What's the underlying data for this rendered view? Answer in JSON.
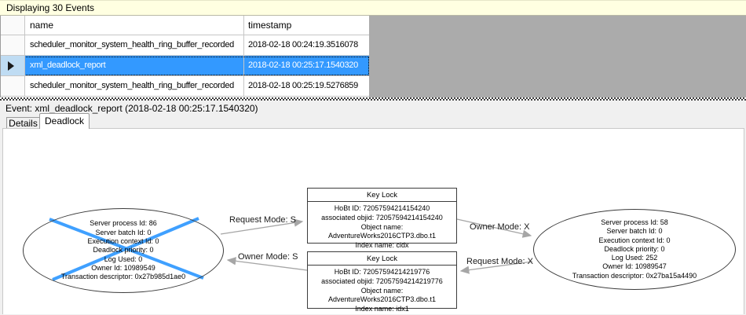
{
  "header": {
    "title": "Displaying 30 Events"
  },
  "table": {
    "columns": [
      "name",
      "timestamp"
    ],
    "rows": [
      {
        "name": "scheduler_monitor_system_health_ring_buffer_recorded",
        "timestamp": "2018-02-18 00:24:19.3516078",
        "selected": false
      },
      {
        "name": "xml_deadlock_report",
        "timestamp": "2018-02-18 00:25:17.1540320",
        "selected": true
      },
      {
        "name": "scheduler_monitor_system_health_ring_buffer_recorded",
        "timestamp": "2018-02-18 00:25:19.5276859",
        "selected": false
      }
    ]
  },
  "event_bar": {
    "label": "Event: xml_deadlock_report (2018-02-18 00:25:17.1540320)"
  },
  "tabs": [
    {
      "label": "Details",
      "active": false
    },
    {
      "label": "Deadlock",
      "active": true
    }
  ],
  "graph": {
    "processes": [
      {
        "victim": true,
        "lines": [
          "Server process Id: 86",
          "Server batch Id: 0",
          "Execution context Id: 0",
          "Deadlock priority: 0",
          "Log Used: 0",
          "Owner Id: 10989549",
          "Transaction descriptor: 0x27b985d1ae0"
        ]
      },
      {
        "victim": false,
        "lines": [
          "Server process Id: 58",
          "Server batch Id: 0",
          "Execution context Id: 0",
          "Deadlock priority: 0",
          "Log Used: 252",
          "Owner Id: 10989547",
          "Transaction descriptor: 0x27ba15a4490"
        ]
      }
    ],
    "resources": [
      {
        "title": "Key Lock",
        "lines": [
          "HoBt ID: 72057594214154240",
          "associated objid: 72057594214154240",
          "Object name: AdventureWorks2016CTP3.dbo.t1",
          "Index name: cidx"
        ]
      },
      {
        "title": "Key Lock",
        "lines": [
          "HoBt ID: 72057594214219776",
          "associated objid: 72057594214219776",
          "Object name: AdventureWorks2016CTP3.dbo.t1",
          "Index name: idx1"
        ]
      }
    ],
    "edges": [
      {
        "label": "Request Mode: S"
      },
      {
        "label": "Owner Mode: S"
      },
      {
        "label": "Owner Mode: X"
      },
      {
        "label": "Request Mode: X"
      }
    ]
  },
  "colors": {
    "selection_blue": "#3399FF",
    "victim_cross_blue": "#3FA0FF",
    "infobar_yellow": "#FFFFE1",
    "filler_gray": "#ABABAB",
    "strip_gray": "#F0F0F0",
    "arrow_gray": "#A6A6A6"
  }
}
